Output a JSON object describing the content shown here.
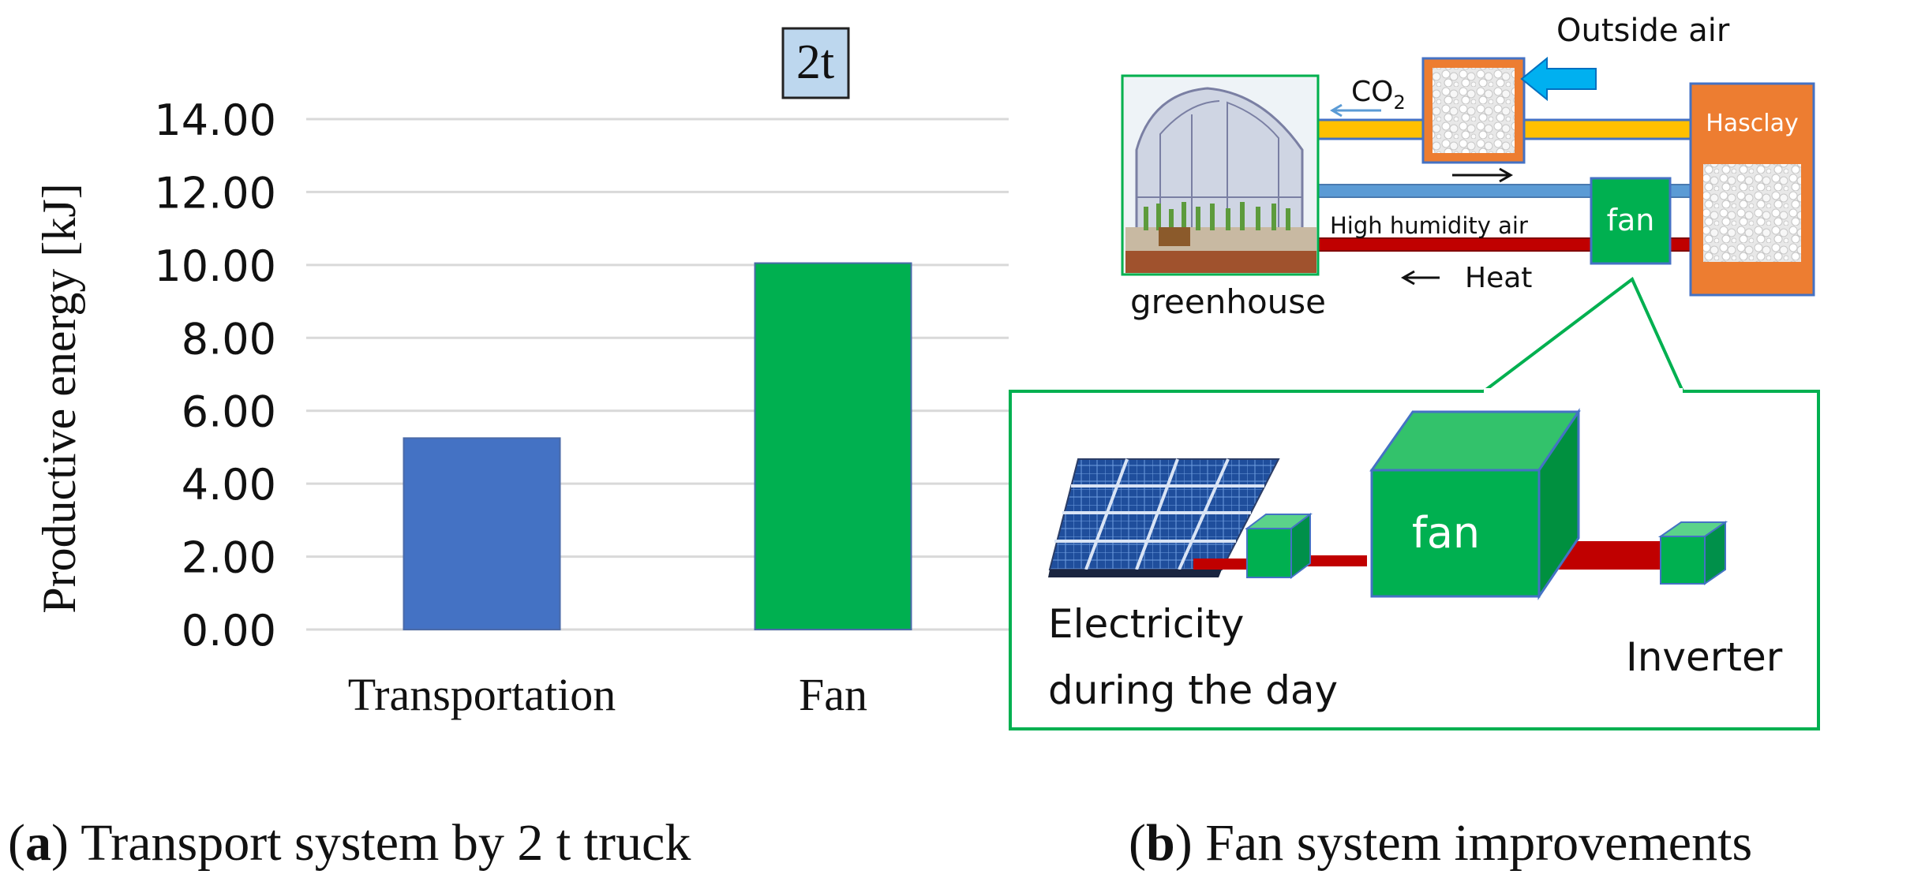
{
  "colors": {
    "transportation": "#4472c4",
    "fan": "#00b050",
    "grid": "#d9d9d9",
    "title_box": "#bdd7ee",
    "frame": "#00b050",
    "hasclay": "#ed7d31",
    "yellow_pipe": "#ffc000",
    "blue_pipe": "#5b9bd5",
    "red_pipe": "#c00000",
    "arrow": "#00b0f0"
  },
  "chart_data": {
    "type": "bar",
    "title": "2t",
    "ylabel": "Productive energy [kJ]",
    "xlabel": "",
    "categories": [
      "Transportation",
      "Fan"
    ],
    "values": [
      5.25,
      10.05
    ],
    "ylim": [
      0,
      14
    ],
    "yticks": [
      "0.00",
      "2.00",
      "4.00",
      "6.00",
      "8.00",
      "10.00",
      "12.00",
      "14.00"
    ],
    "grid": true
  },
  "captions": {
    "a_letter": "a",
    "a_text": " Transport system by 2 t truck",
    "b_letter": "b",
    "b_text": " Fan system improvements"
  },
  "diagram": {
    "outside_air": "Outside air",
    "co2": "CO",
    "co2_sub": "2",
    "hasclay": "Hasclay",
    "fan_small": "fan",
    "high_humidity": "High humidity air",
    "heat": "Heat",
    "greenhouse": "greenhouse",
    "fan_big": "fan",
    "electricity_line1": "Electricity",
    "electricity_line2": "during the day",
    "inverter": "Inverter",
    "icons": {
      "greenhouse": "greenhouse-icon",
      "granules": "hasclay-granules-icon",
      "solar": "solar-panel-icon",
      "arrow": "outside-air-arrow-icon"
    }
  }
}
